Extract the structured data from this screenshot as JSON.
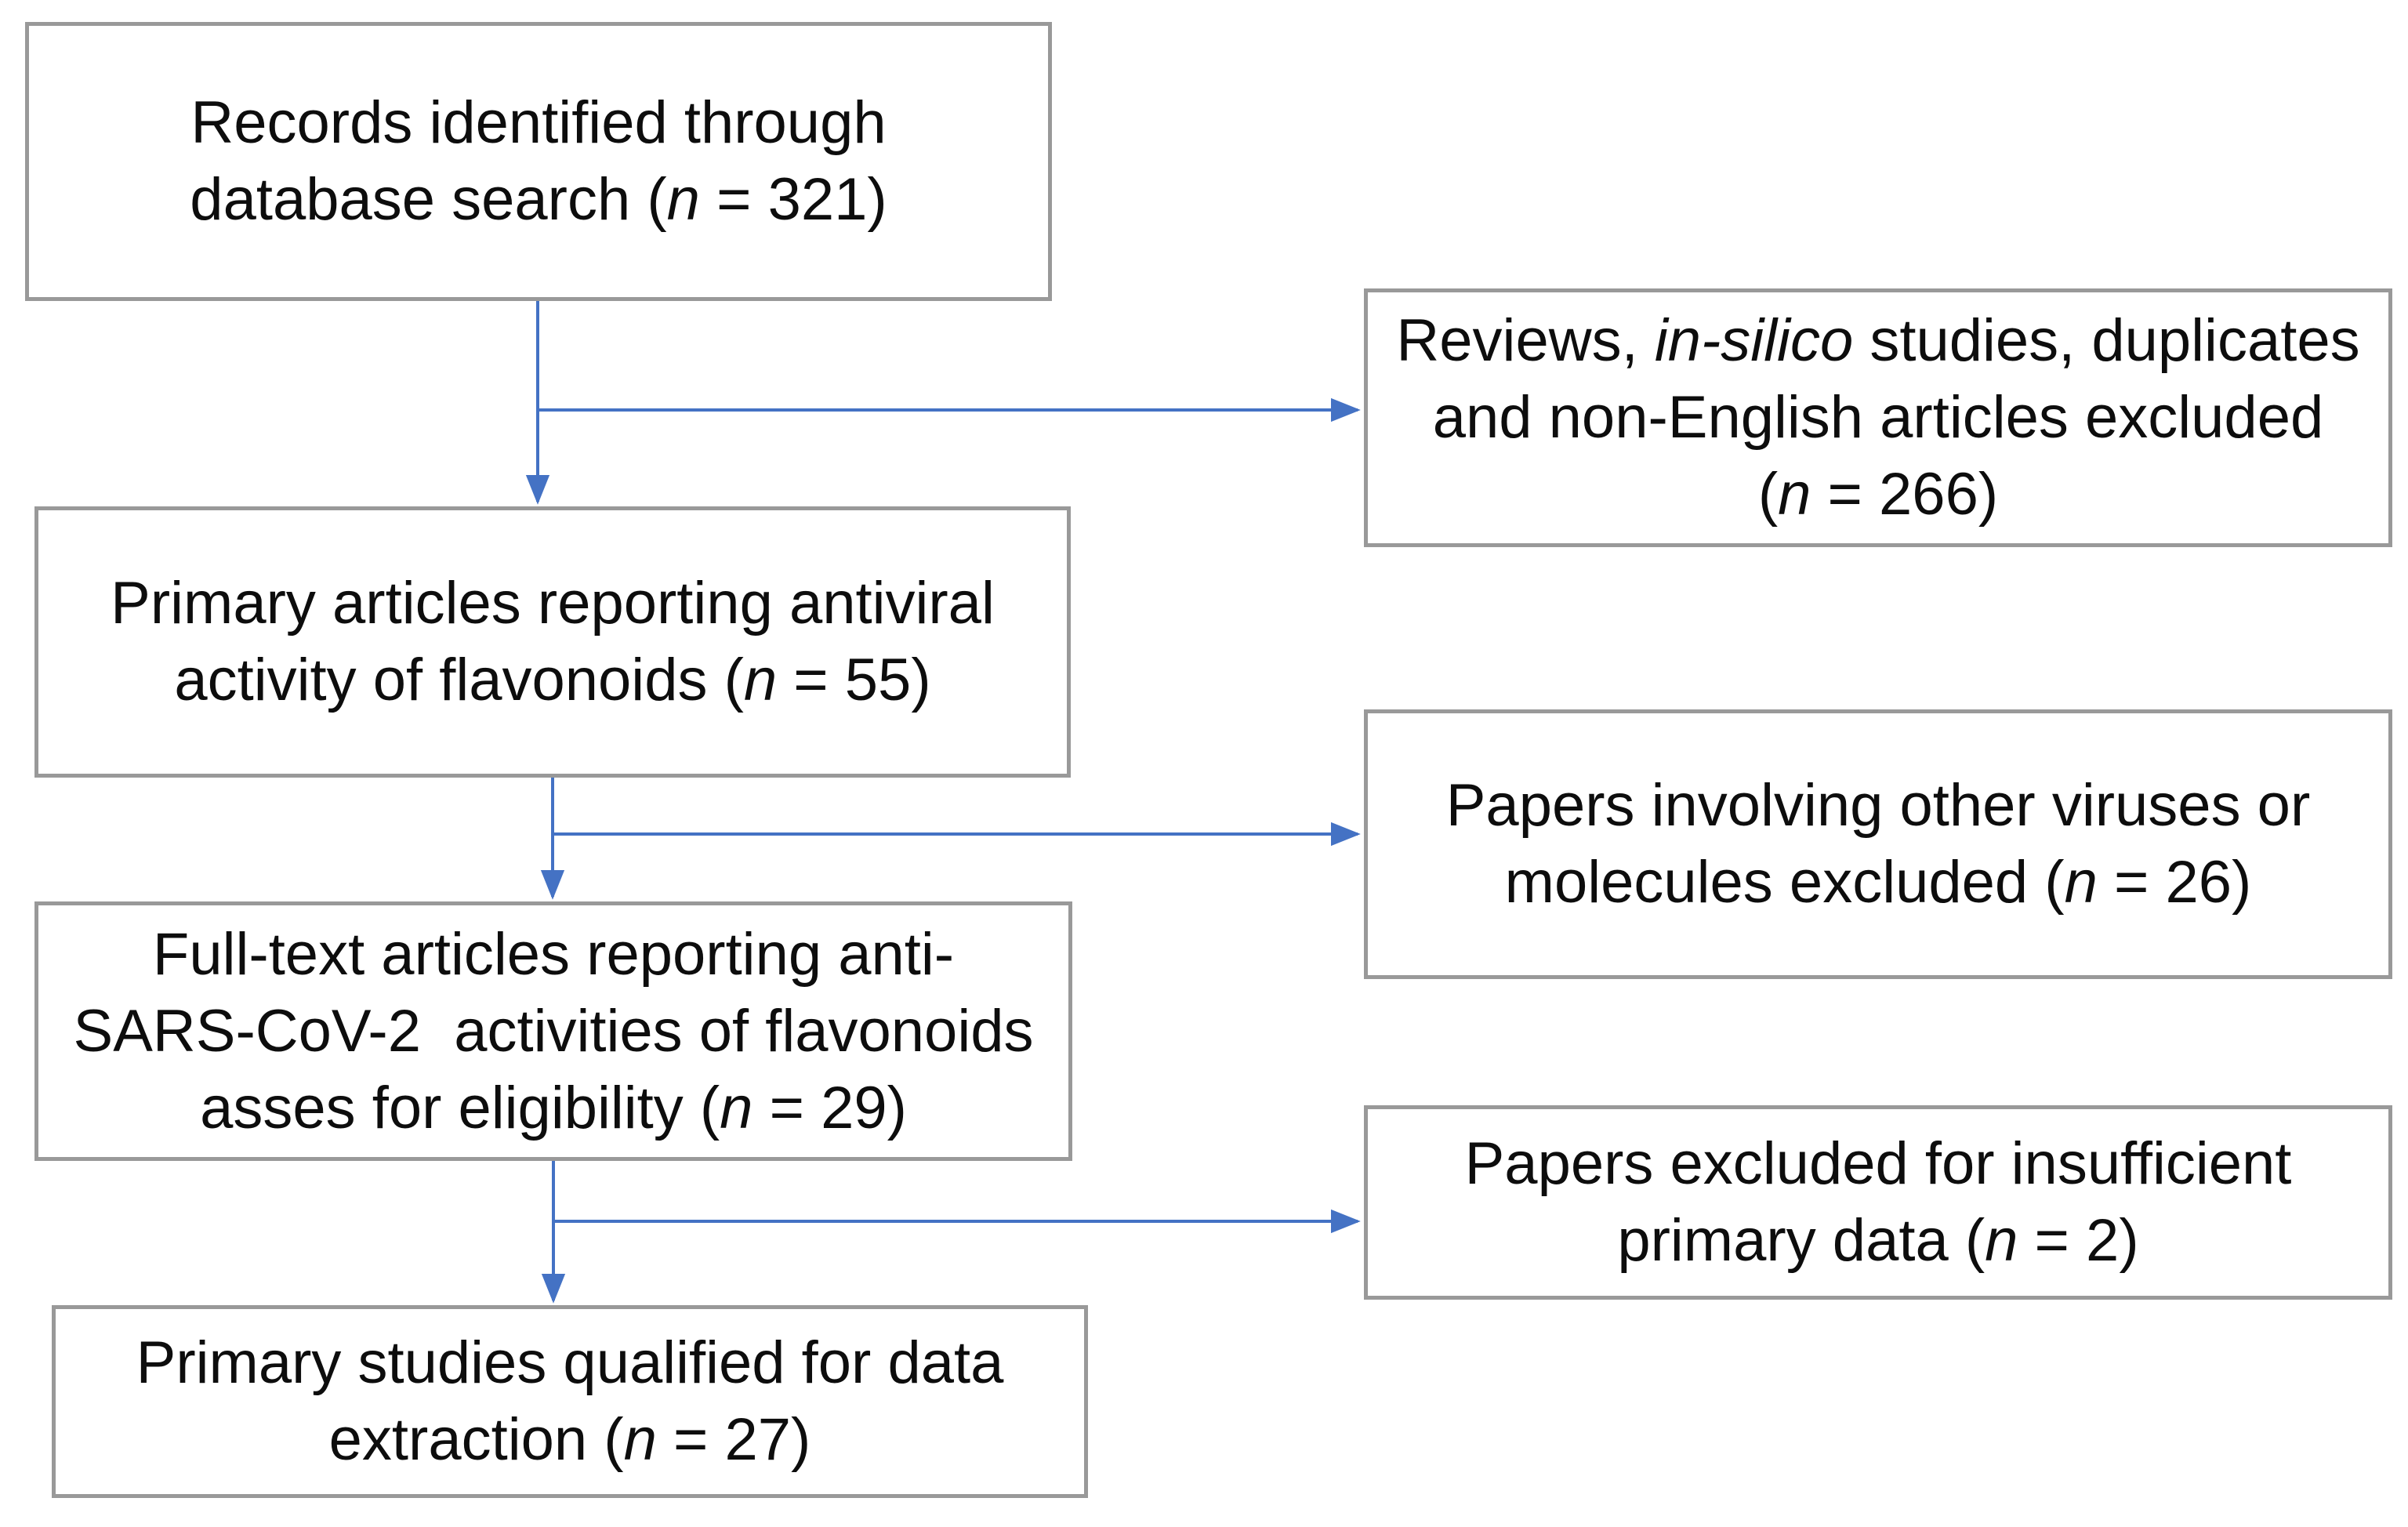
{
  "diagram": {
    "type": "flowchart",
    "accent_color": "#4472C4",
    "border_color": "#999999",
    "nodes": [
      {
        "id": "records",
        "lines": [
          [
            {
              "t": "Records identified through"
            }
          ],
          [
            {
              "t": "database search ("
            },
            {
              "t": "n",
              "i": true
            },
            {
              "t": " = 321)"
            }
          ]
        ]
      },
      {
        "id": "excluded-reviews",
        "lines": [
          [
            {
              "t": "Reviews, "
            },
            {
              "t": "in-silico",
              "i": true
            },
            {
              "t": " studies, duplicates"
            }
          ],
          [
            {
              "t": "and non-English articles excluded"
            }
          ],
          [
            {
              "t": "("
            },
            {
              "t": "n",
              "i": true
            },
            {
              "t": " = 266)"
            }
          ]
        ]
      },
      {
        "id": "primary-articles",
        "lines": [
          [
            {
              "t": "Primary articles reporting antiviral"
            }
          ],
          [
            {
              "t": "activity of flavonoids ("
            },
            {
              "t": "n",
              "i": true
            },
            {
              "t": " = 55)"
            }
          ]
        ]
      },
      {
        "id": "excluded-viruses",
        "lines": [
          [
            {
              "t": "Papers involving other viruses or"
            }
          ],
          [
            {
              "t": "molecules excluded ("
            },
            {
              "t": "n",
              "i": true
            },
            {
              "t": " = 26)"
            }
          ]
        ]
      },
      {
        "id": "fulltext",
        "lines": [
          [
            {
              "t": "Full-text articles reporting anti-"
            }
          ],
          [
            {
              "t": "SARS-CoV-2  activities of flavonoids"
            }
          ],
          [
            {
              "t": "asses for eligibility ("
            },
            {
              "t": "n",
              "i": true
            },
            {
              "t": " = 29)"
            }
          ]
        ]
      },
      {
        "id": "excluded-insufficient",
        "lines": [
          [
            {
              "t": "Papers excluded for insufficient"
            }
          ],
          [
            {
              "t": "primary data ("
            },
            {
              "t": "n",
              "i": true
            },
            {
              "t": " = 2)"
            }
          ]
        ]
      },
      {
        "id": "qualified",
        "lines": [
          [
            {
              "t": "Primary studies qualified for data"
            }
          ],
          [
            {
              "t": "extraction ("
            },
            {
              "t": "n",
              "i": true
            },
            {
              "t": " = 27)"
            }
          ]
        ]
      }
    ],
    "counts": {
      "identified": 321,
      "excluded_reviews_insilico_duplicates_nonenglish": 266,
      "primary_antiviral": 55,
      "excluded_other_viruses_or_molecules": 26,
      "fulltext_assessed_eligibility": 29,
      "excluded_insufficient_primary_data": 2,
      "qualified_for_data_extraction": 27
    },
    "edges": [
      {
        "from": "records",
        "to": "primary-articles"
      },
      {
        "from": "records",
        "to": "excluded-reviews"
      },
      {
        "from": "primary-articles",
        "to": "fulltext"
      },
      {
        "from": "primary-articles",
        "to": "excluded-viruses"
      },
      {
        "from": "fulltext",
        "to": "qualified"
      },
      {
        "from": "fulltext",
        "to": "excluded-insufficient"
      }
    ]
  }
}
